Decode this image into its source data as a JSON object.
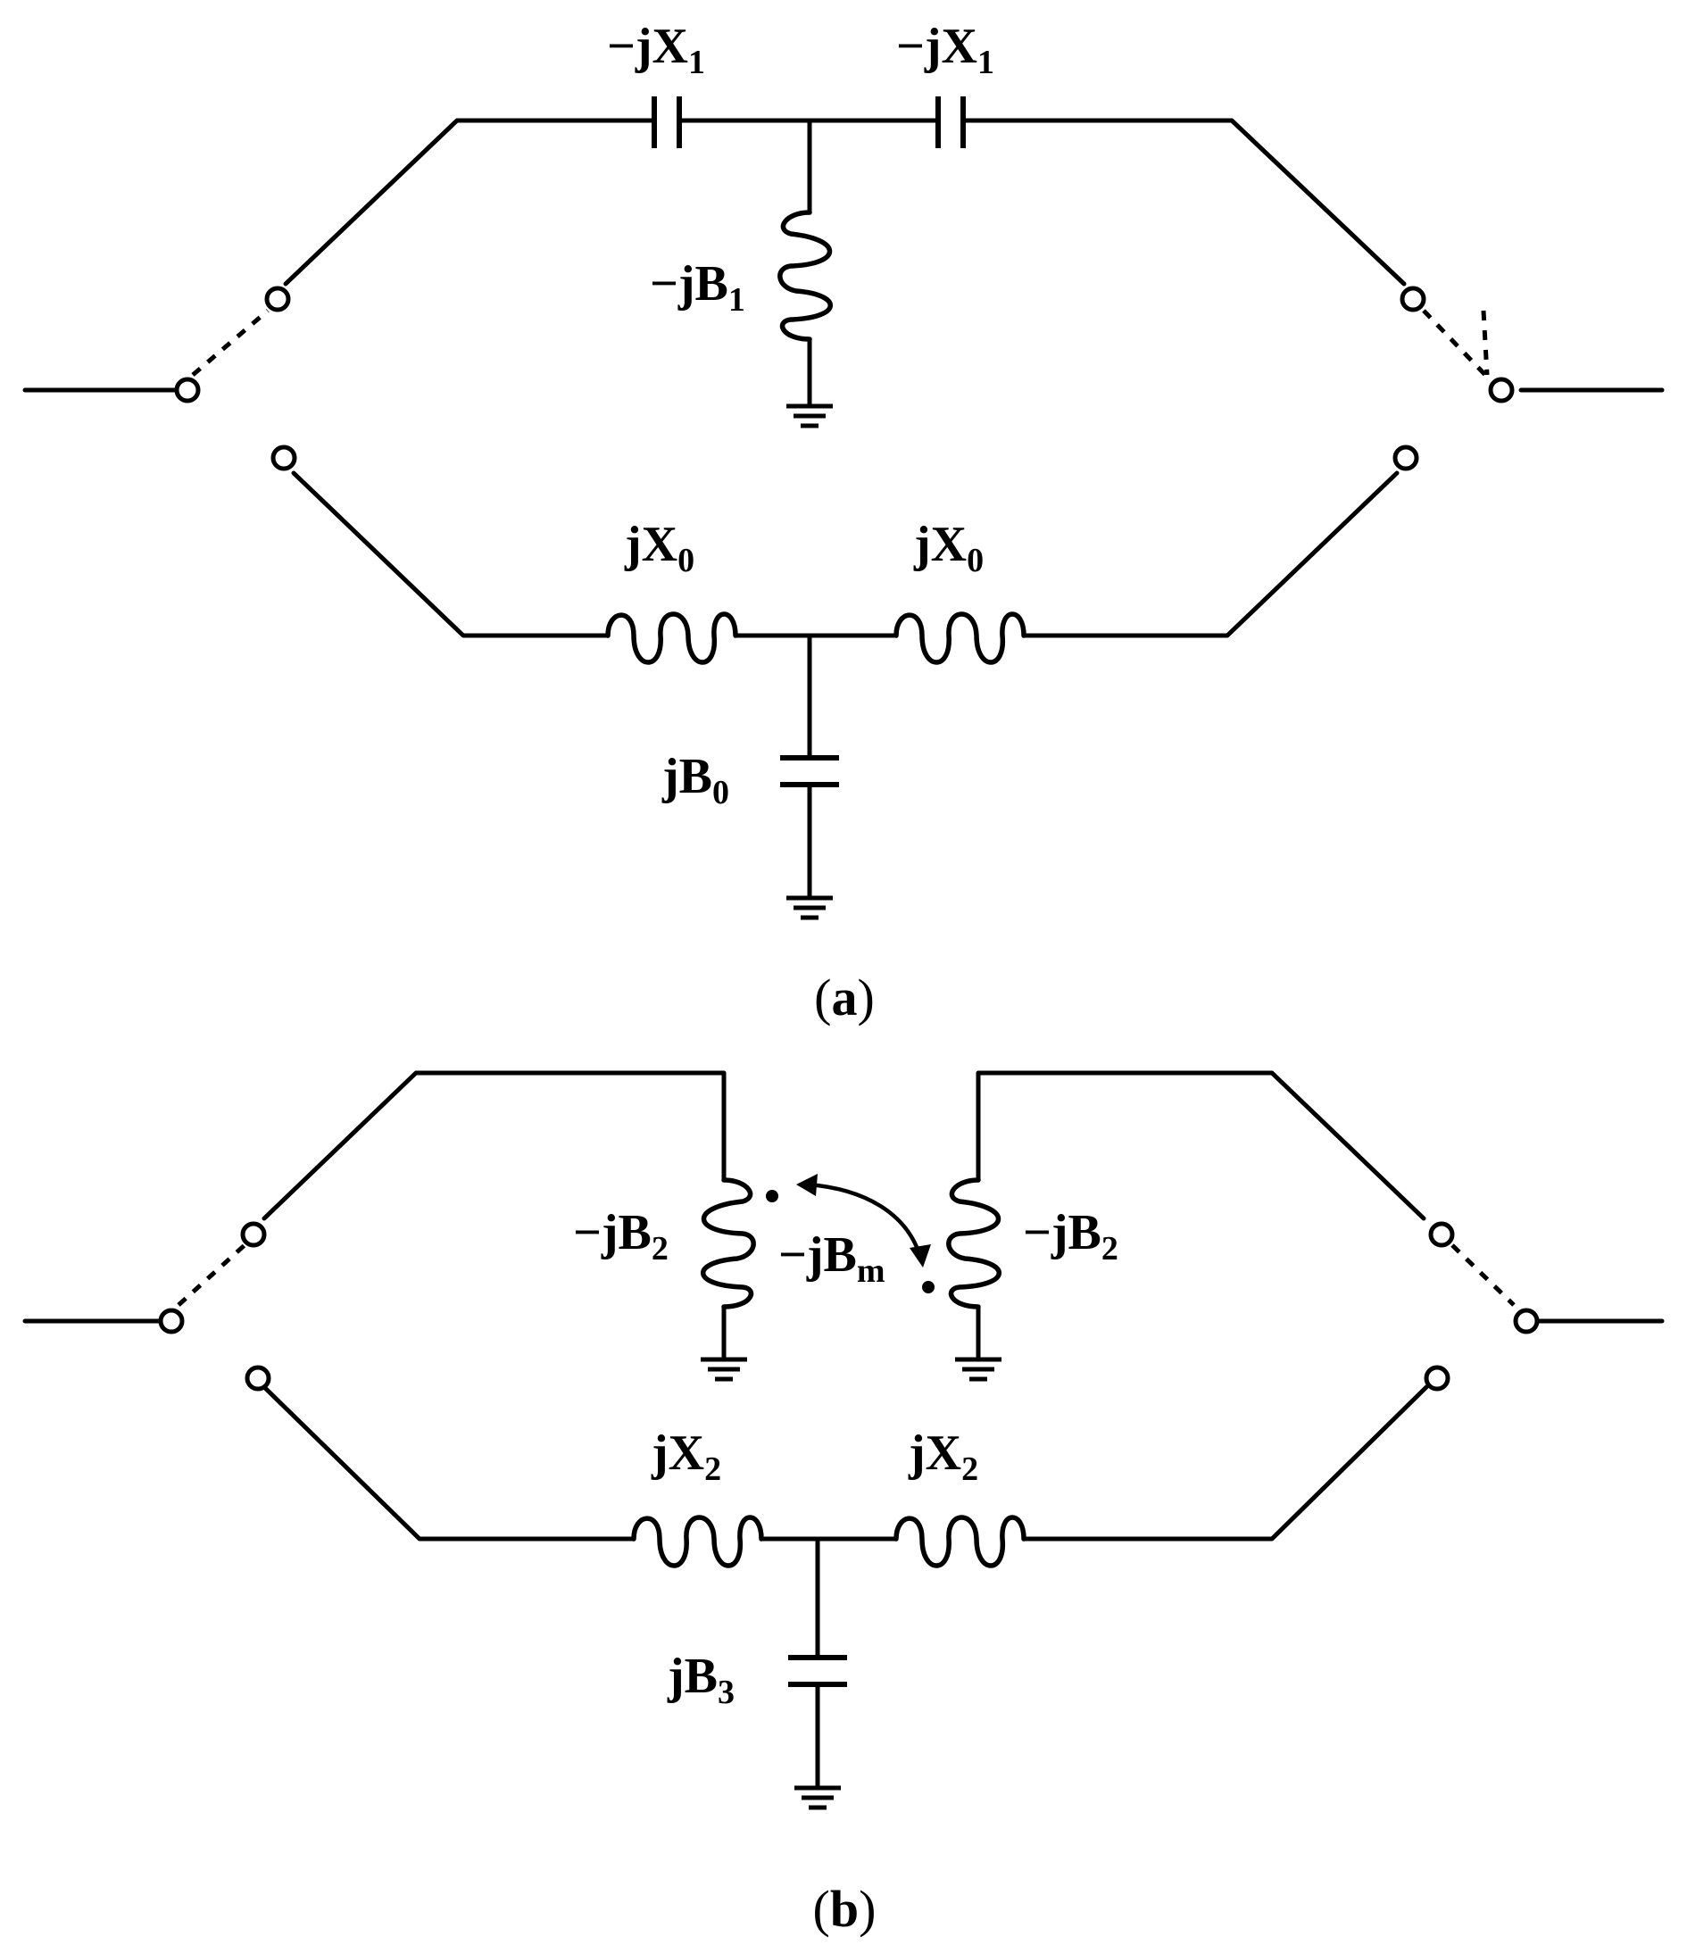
{
  "panel_a": {
    "caption_open": "(",
    "caption_letter": "a",
    "caption_close": ")",
    "series_cap_left": {
      "base": "−jX",
      "sub": "1"
    },
    "series_cap_right": {
      "base": "−jX",
      "sub": "1"
    },
    "shunt_inductor": {
      "base": "−jB",
      "sub": "1"
    },
    "series_ind_left": {
      "base": "jX",
      "sub": "0"
    },
    "series_ind_right": {
      "base": "jX",
      "sub": "0"
    },
    "shunt_cap": {
      "base": "jB",
      "sub": "0"
    }
  },
  "panel_b": {
    "caption_open": "(",
    "caption_letter": "b",
    "caption_close": ")",
    "shunt_ind_left": {
      "base": "−jB",
      "sub": "2"
    },
    "shunt_ind_right": {
      "base": "−jB",
      "sub": "2"
    },
    "mutual": {
      "base": "−jB",
      "sub": "m"
    },
    "series_ind_left": {
      "base": "jX",
      "sub": "2"
    },
    "series_ind_right": {
      "base": "jX",
      "sub": "2"
    },
    "shunt_cap": {
      "base": "jB",
      "sub": "3"
    }
  }
}
